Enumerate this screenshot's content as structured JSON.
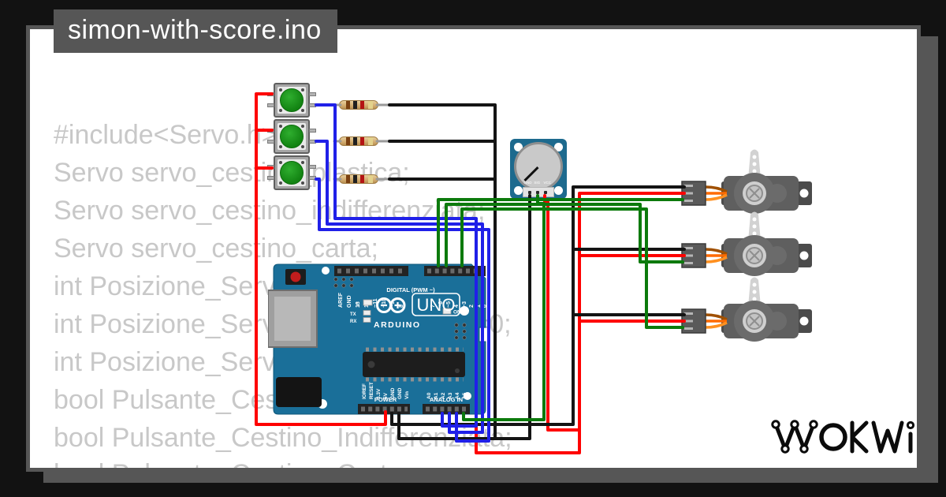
{
  "title": "simon-with-score.ino",
  "code": {
    "lines": [
      "#include<Servo.h>",
      "Servo servo_cestino_plastica;",
      "Servo servo_cestino_indifferenziata;",
      "Servo servo_cestino_carta;",
      "int Posizione_Servo_Plastica=0;",
      "int Posizione_Servo_Indifferenziata=0;",
      "int Posizione_Servo_Carta=0;",
      "bool Pulsante_Cestino_Plastica;",
      "bool Pulsante_Cestino_Indifferenziata;",
      "bool Pulsante_Cestino_Carta;"
    ]
  },
  "arduino": {
    "brand": "ARDUINO",
    "model": "UNO",
    "digital_caption": "DIGITAL (PWM ~)",
    "power_caption": "POWER",
    "analog_caption": "ANALOG IN",
    "led_l": "L",
    "led_tx": "TX",
    "led_rx": "RX",
    "led_on": "ON",
    "digital_labels": [
      "AREF",
      "GND",
      "13",
      "12",
      "~11",
      "~10",
      "~9",
      "8",
      "7",
      "~6",
      "~5",
      "4",
      "~3",
      "2",
      "1",
      "0"
    ],
    "power_labels": [
      "IOREF",
      "RESET",
      "3.3V",
      "5V",
      "GND",
      "GND",
      "Vin"
    ],
    "analog_labels": [
      "A0",
      "A1",
      "A2",
      "A3",
      "A4",
      "A5"
    ]
  },
  "potentiometer": {
    "labels": [
      "GND",
      "SIG",
      "VCC"
    ]
  },
  "logo": {
    "text": "WOKWI"
  },
  "colors": {
    "background": "#121212",
    "canvas": "#ffffff",
    "frame": "#565656",
    "code_text": "#c8c8c8",
    "board_blue": "#1a6f99",
    "board_blue2": "#1d6a8e",
    "wire_red": "#fe0000",
    "wire_blue": "#2020e8",
    "wire_green": "#0c7a0c",
    "wire_black": "#141414",
    "servo_body": "#5f5f5f",
    "servo_horn": "#d2d2d2",
    "button_green": "#1f9a1f",
    "resistor_body": "#d2ab6e"
  }
}
